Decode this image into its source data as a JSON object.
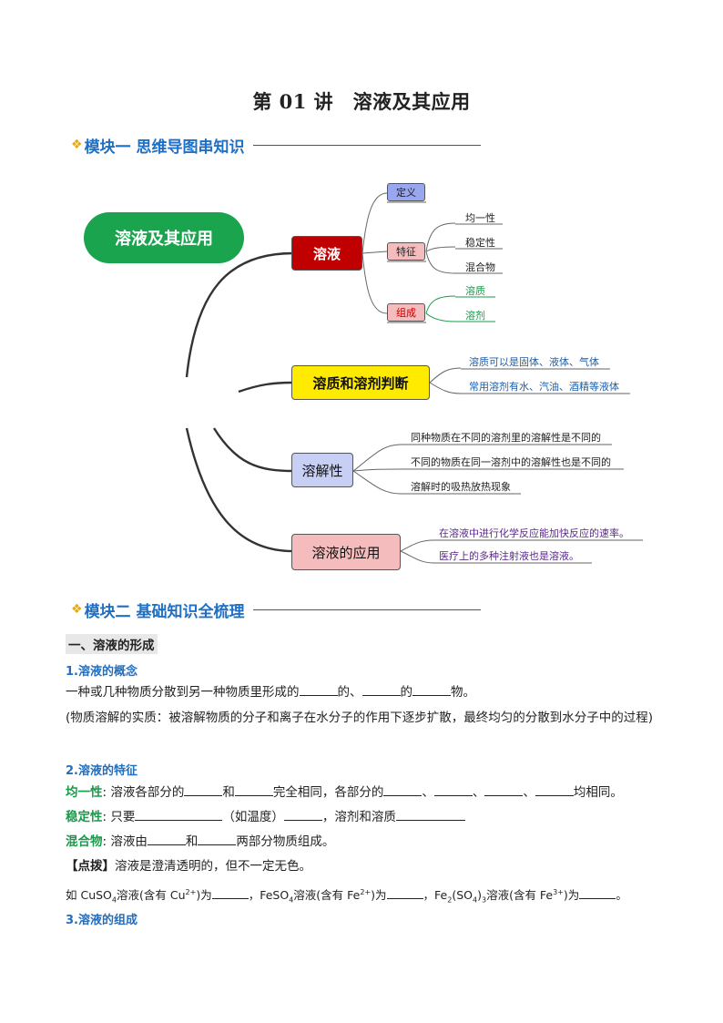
{
  "page": {
    "title": "第 01 讲　溶液及其应用",
    "module1": "模块一 思维导图串知识",
    "module2": "模块二 基础知识全梳理",
    "diamond": "❖"
  },
  "mindmap": {
    "root": "溶液及其应用",
    "branch1": {
      "label": "溶液",
      "definition": "定义",
      "feature": "特征",
      "feature_items": [
        "均一性",
        "稳定性",
        "混合物"
      ],
      "composition": "组成",
      "composition_items": [
        "溶质",
        "溶剂"
      ]
    },
    "branch2": {
      "label": "溶质和溶剂判断",
      "items": [
        "溶质可以是固体、液体、气体",
        "常用溶剂有水、汽油、酒精等液体"
      ]
    },
    "branch3": {
      "label": "溶解性",
      "items": [
        "同种物质在不同的溶剂里的溶解性是不同的",
        "不同的物质在同一溶剂中的溶解性也是不同的",
        "溶解时的吸热放热现象"
      ]
    },
    "branch4": {
      "label": "溶液的应用",
      "items": [
        "在溶液中进行化学反应能加快反应的速率。",
        "医疗上的多种注射液也是溶液。"
      ]
    },
    "colors": {
      "root": "#1ba44e",
      "branch1": "#c00000",
      "branch2": "#ffeb00",
      "branch3": "#c8cff5",
      "branch4": "#f4bcbc"
    }
  },
  "content": {
    "section1": "一、溶液的形成",
    "s1_title": "1.溶液的概念",
    "s1_p1": [
      "一种或几种物质分散到另一种物质里形成的",
      "的、",
      "的",
      "物。"
    ],
    "s1_p2": "(物质溶解的实质：被溶解物质的分子和离子在水分子的作用下逐步扩散，最终均匀的分散到水分子中的过程)",
    "s2_title": "2.溶液的特征",
    "s2_uniform_label": "均一性",
    "s2_uniform": [
      ": 溶液各部分的",
      "和",
      "完全相同，各部分的",
      "、",
      "、",
      "、",
      "均相同。"
    ],
    "s2_stable_label": "稳定性",
    "s2_stable": [
      ": 只要",
      "（如温度）",
      "，溶剂和溶质"
    ],
    "s2_mix_label": "混合物",
    "s2_mix": [
      ": 溶液由",
      "和",
      "两部分物质组成。"
    ],
    "tip_label": "【点拨】",
    "tip_text": "溶液是澄清透明的，但不一定无色。",
    "ex_1": "如 CuSO",
    "ex_sub4": "4",
    "ex_2": "溶液(含有 Cu",
    "ex_cu_charge": "2+",
    "ex_3": ")为",
    "ex_4": "，FeSO",
    "ex_5": "溶液(含有 Fe",
    "ex_fe2_charge": "2+",
    "ex_6": ")为",
    "ex_7": "，Fe",
    "ex_sub2": "2",
    "ex_8": "(SO",
    "ex_9": ")",
    "ex_sub3": "3",
    "ex_10": "溶液(含有 Fe",
    "ex_fe3_charge": "3+",
    "ex_11": ")为",
    "ex_end": "。",
    "s3_title": "3.溶液的组成"
  }
}
